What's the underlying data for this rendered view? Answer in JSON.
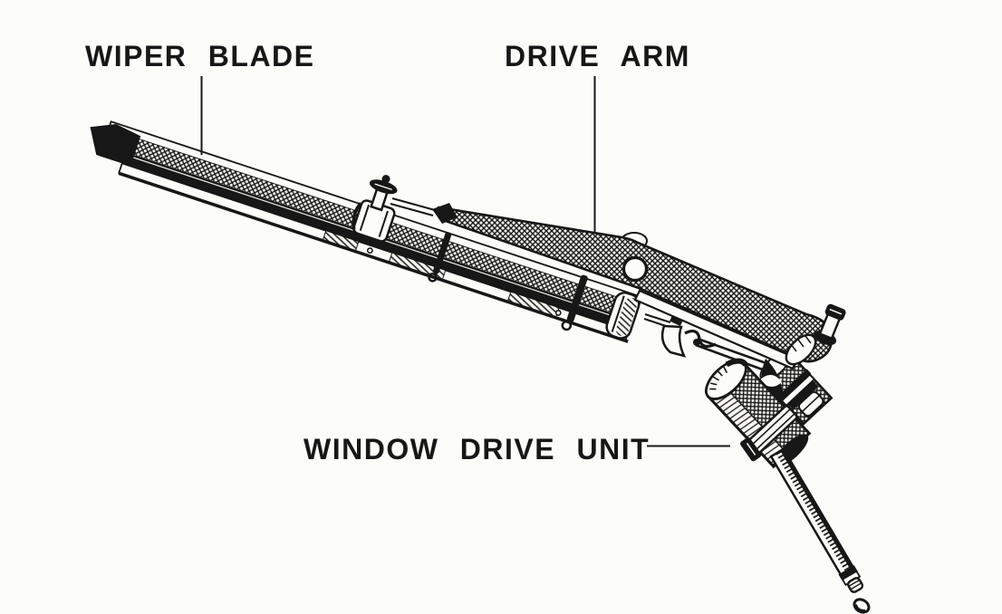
{
  "page": {
    "background_color": "#fcfcf9",
    "ink_color": "#171717"
  },
  "figure": {
    "labels": {
      "wiper_blade": "WIPER BLADE",
      "drive_arm": "DRIVE ARM",
      "window_drive_unit": "WINDOW DRIVE UNIT"
    }
  }
}
